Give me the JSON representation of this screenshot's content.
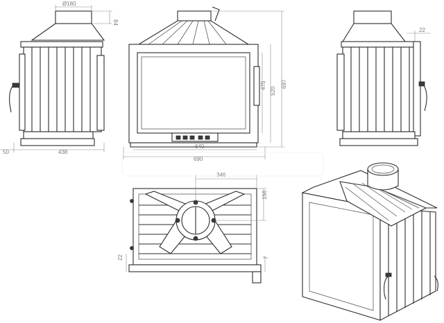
{
  "dimensions": {
    "top_diameter": "Ø180",
    "collar_height": "84",
    "side_depth": "438",
    "side_bottom": "50",
    "front_inner_width": "640",
    "front_outer_width": "690",
    "glass_height": "475",
    "front_inner_height": "520",
    "front_outer_height": "697",
    "right_offset": "22",
    "plan_width": "346",
    "plan_depth": "156",
    "plan_left": "22",
    "plan_right": "7"
  },
  "colors": {
    "line": "#2b2b2b",
    "dimension": "#8a8a8a",
    "watermark": "#e6e6e6"
  }
}
